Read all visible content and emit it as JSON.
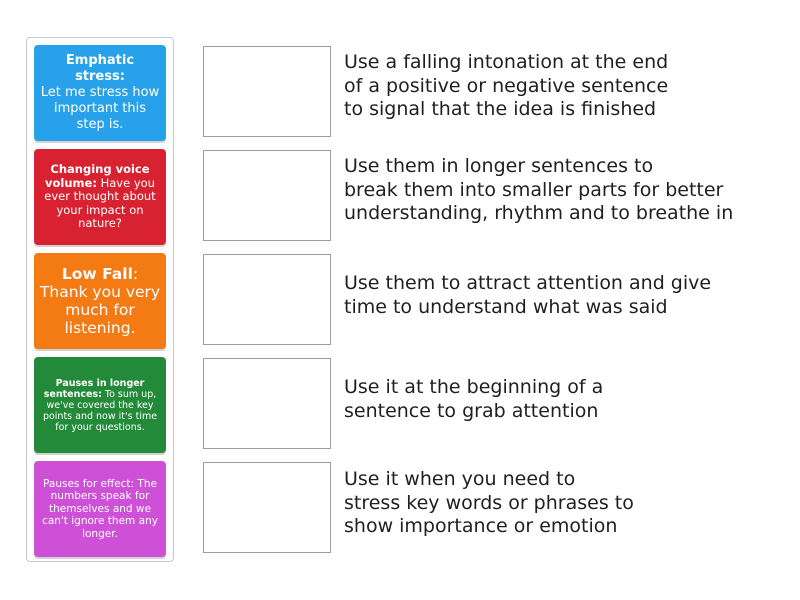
{
  "cards": [
    {
      "bold": "Emphatic stress:",
      "rest": "\nLet me stress how important this step is.",
      "color": "#27a2ea"
    },
    {
      "bold": "Changing voice volume:",
      "rest": " Have you ever thought about your impact on nature?",
      "color": "#d92231"
    },
    {
      "bold": "Low Fall",
      "rest": ": Thank you very much for listening.",
      "color": "#f47a14"
    },
    {
      "bold": "Pauses in longer sentences:",
      "rest": " To sum up, we've covered the key points and now it's time for your questions.",
      "color": "#238a3a"
    },
    {
      "bold": "",
      "rest": "Pauses for effect: The numbers speak for themselves and we can't ignore them any longer.",
      "color": "#cd50d6"
    }
  ],
  "descriptions": [
    "Use a falling intonation at the end\nof a positive or negative sentence\nto signal that the idea is finished",
    "Use them in longer sentences to\nbreak them into smaller parts for better\nunderstanding, rhythm and to breathe in",
    "Use them to attract attention and give\ntime to understand what was said",
    "Use it at the beginning of a\nsentence to grab attention",
    "Use it when you need to\nstress key words or phrases to\nshow importance or emotion"
  ]
}
